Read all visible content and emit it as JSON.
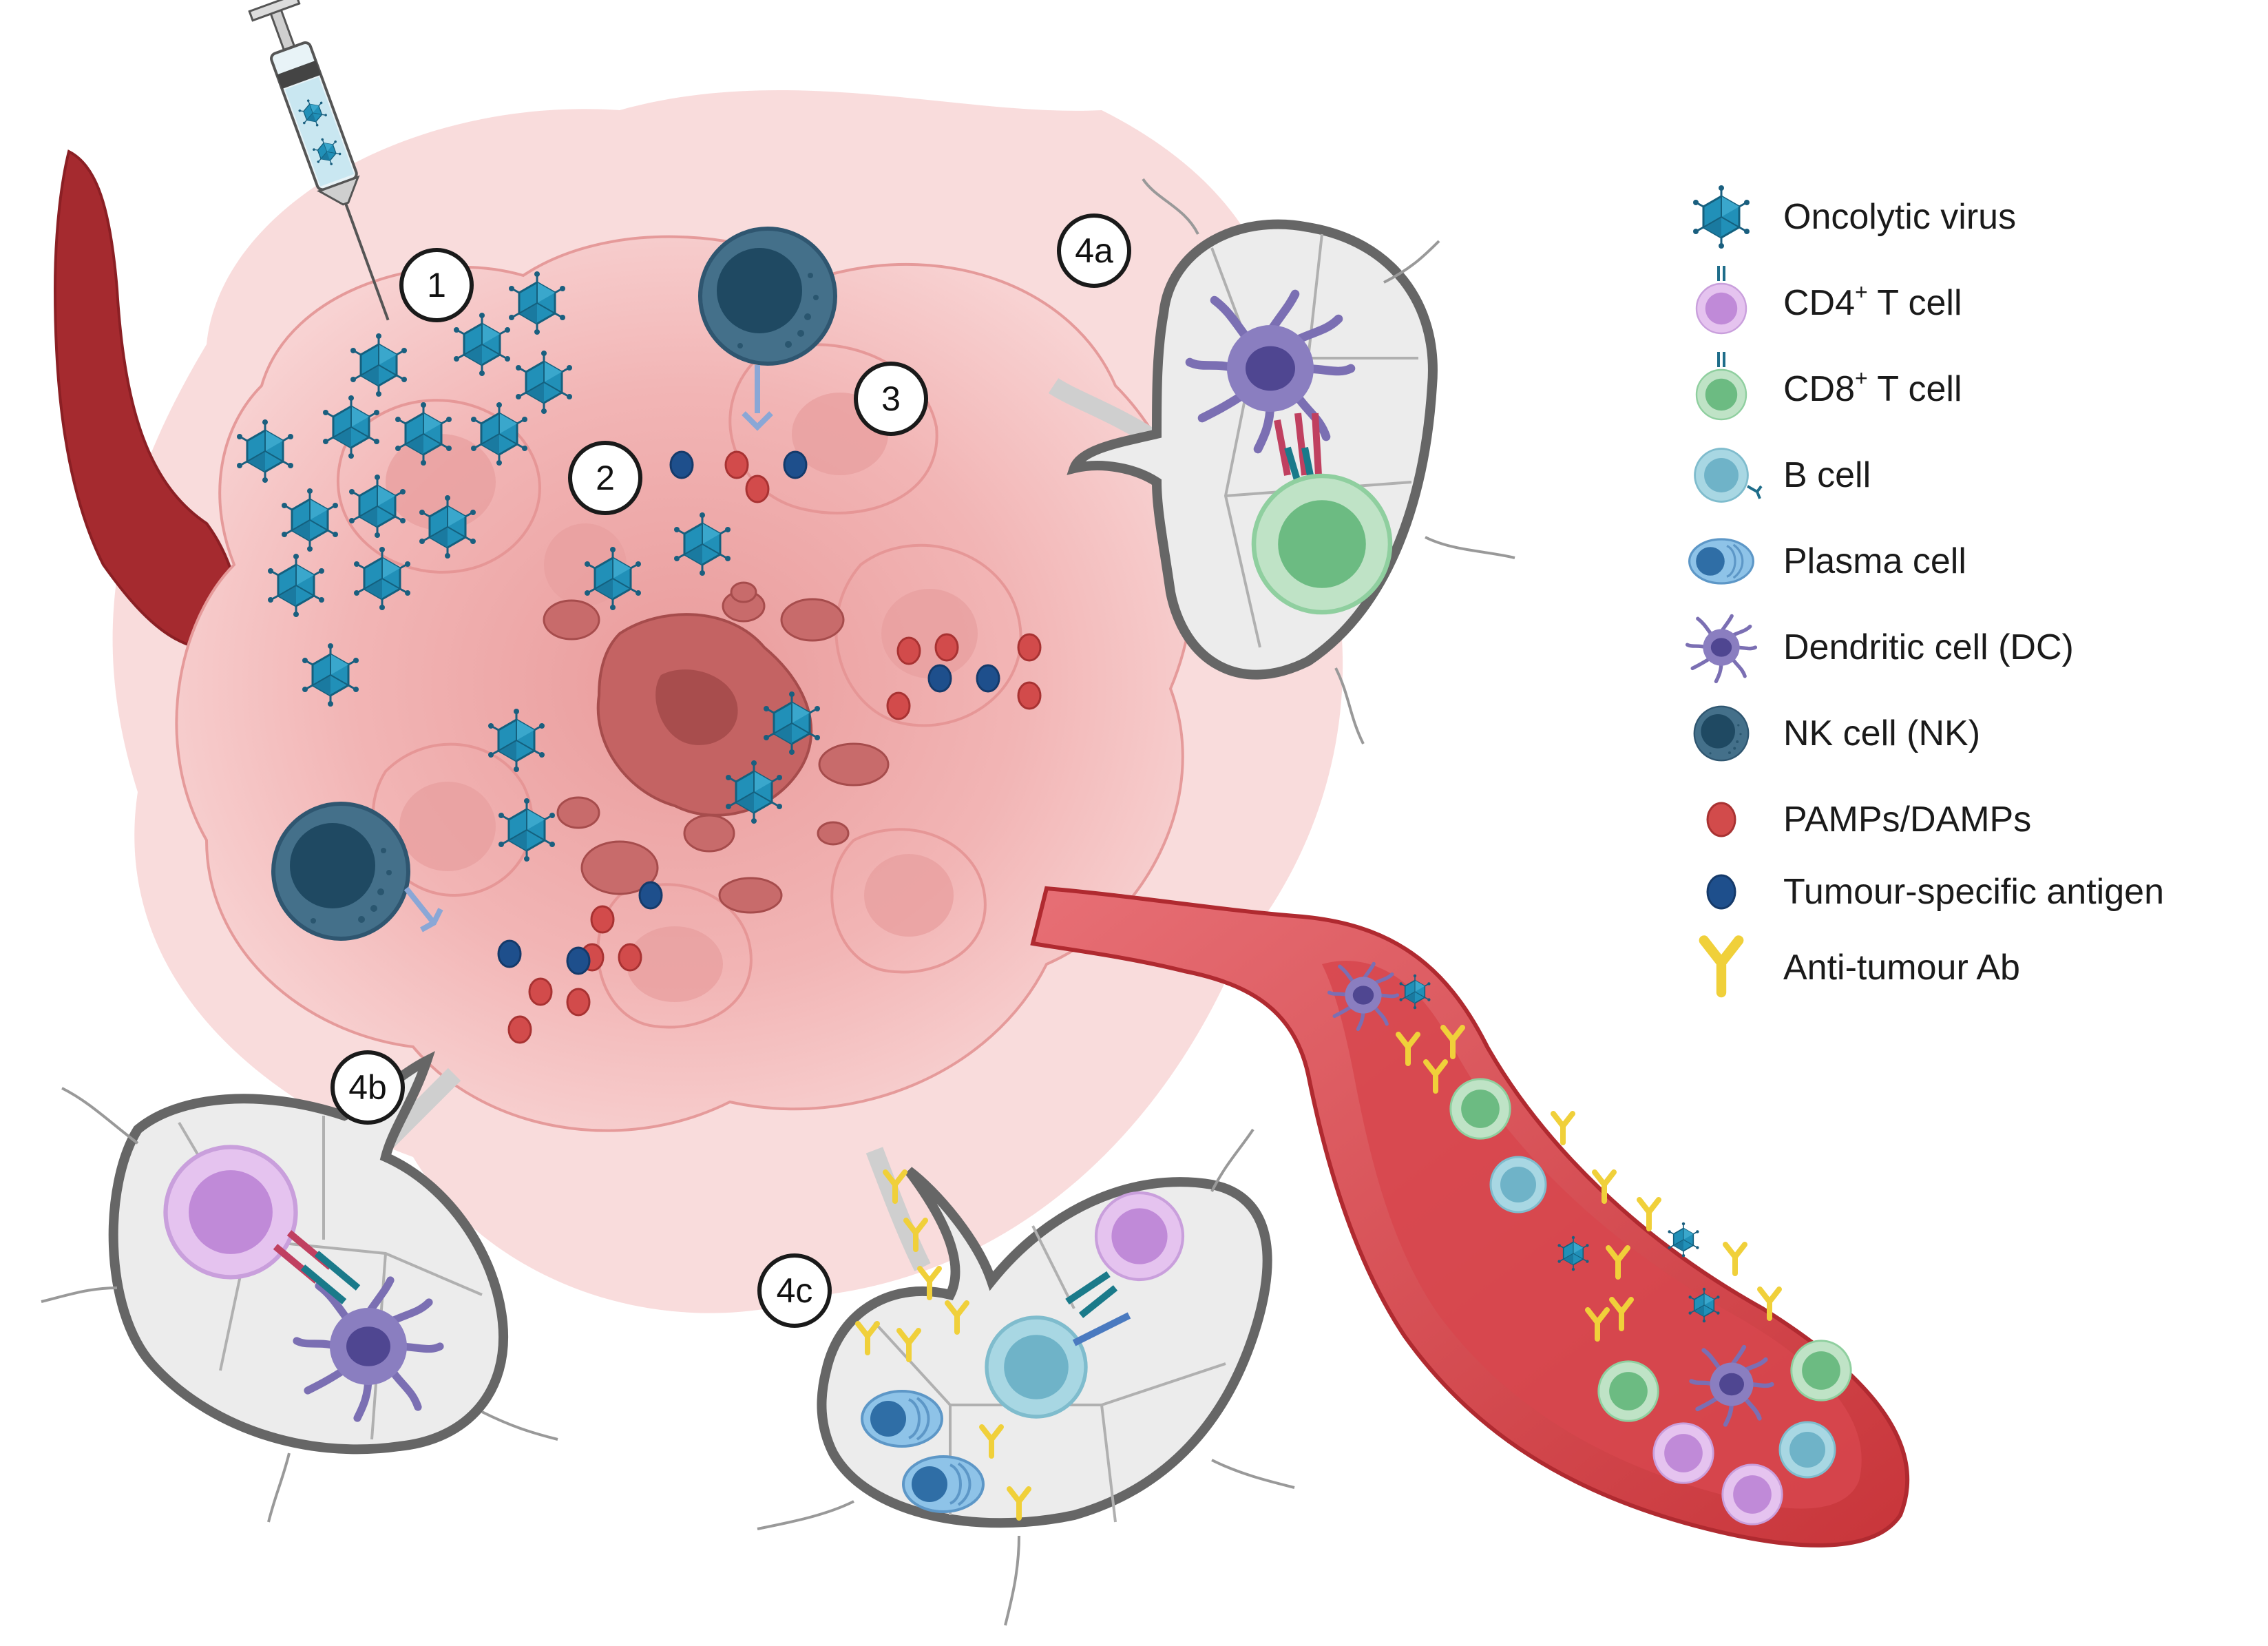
{
  "steps": {
    "s1": "1",
    "s2": "2",
    "s3": "3",
    "s4a": "4a",
    "s4b": "4b",
    "s4c": "4c"
  },
  "legend": {
    "oncolytic_virus": "Oncolytic virus",
    "cd4_main": "CD4",
    "cd4_sup": "+",
    "cd4_rest": " T cell",
    "cd8_main": "CD8",
    "cd8_sup": "+",
    "cd8_rest": " T cell",
    "b_cell": "B cell",
    "plasma_cell": "Plasma cell",
    "dendritic_cell": "Dendritic cell (DC)",
    "nk_cell": "NK cell (NK)",
    "pamps": "PAMPs/DAMPs",
    "antigen": "Tumour-specific antigen",
    "antibody": "Anti-tumour Ab"
  },
  "colors": {
    "virus": "#1f8bb0",
    "cd4": "#d9a6e6",
    "cd8": "#8fcf9f",
    "b_cell": "#8cc7d6",
    "plasma": "#7fb6df",
    "dendritic": "#8a7ec0",
    "nk": "#3c6a85",
    "pamps": "#d24b4b",
    "antigen": "#1e4f8c",
    "antibody": "#f2d43c",
    "tumour": "#f2b1b1",
    "vessel": "#c8353a",
    "lymph_node": "#eeeeee"
  }
}
